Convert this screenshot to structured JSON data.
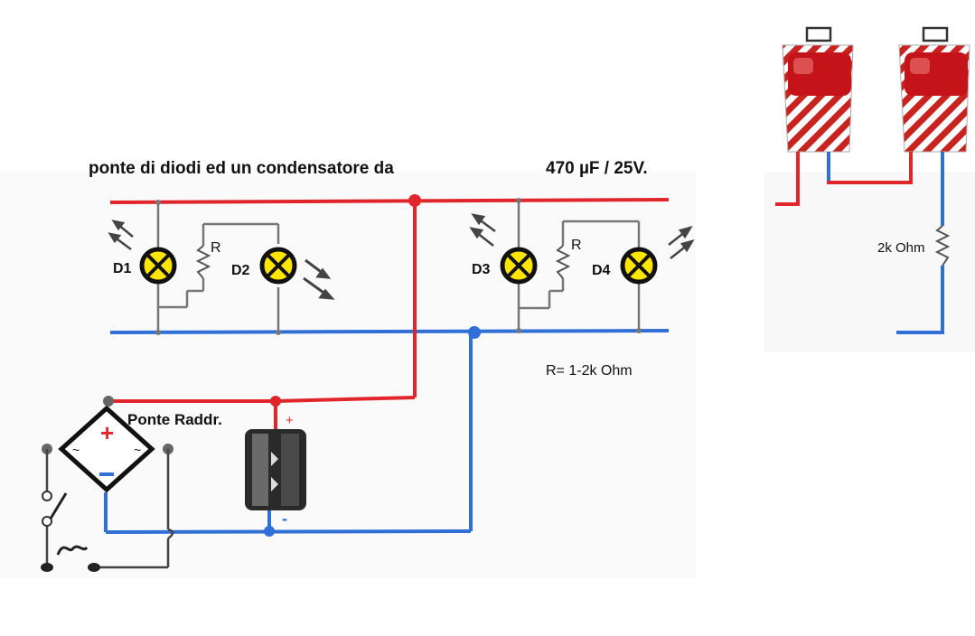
{
  "header": {
    "text": "ponte di diodi ed un condensatore da",
    "capacitor_rating": "470 µF / 25V."
  },
  "labels": {
    "D1": "D1",
    "D2": "D2",
    "D3": "D3",
    "D4": "D4",
    "R_left": "R",
    "R_right": "R",
    "r_value": "R= 1-2k Ohm",
    "bridge": "Ponte Raddr.",
    "plus": "+",
    "minus": "-",
    "resistor_2k": "2k Ohm"
  },
  "colors": {
    "positive_wire": "#e0262b",
    "negative_wire": "#2f6fd6",
    "neutral_wire": "#777777",
    "led_fill": "#ffe600",
    "lamp_red": "#c4141a"
  }
}
